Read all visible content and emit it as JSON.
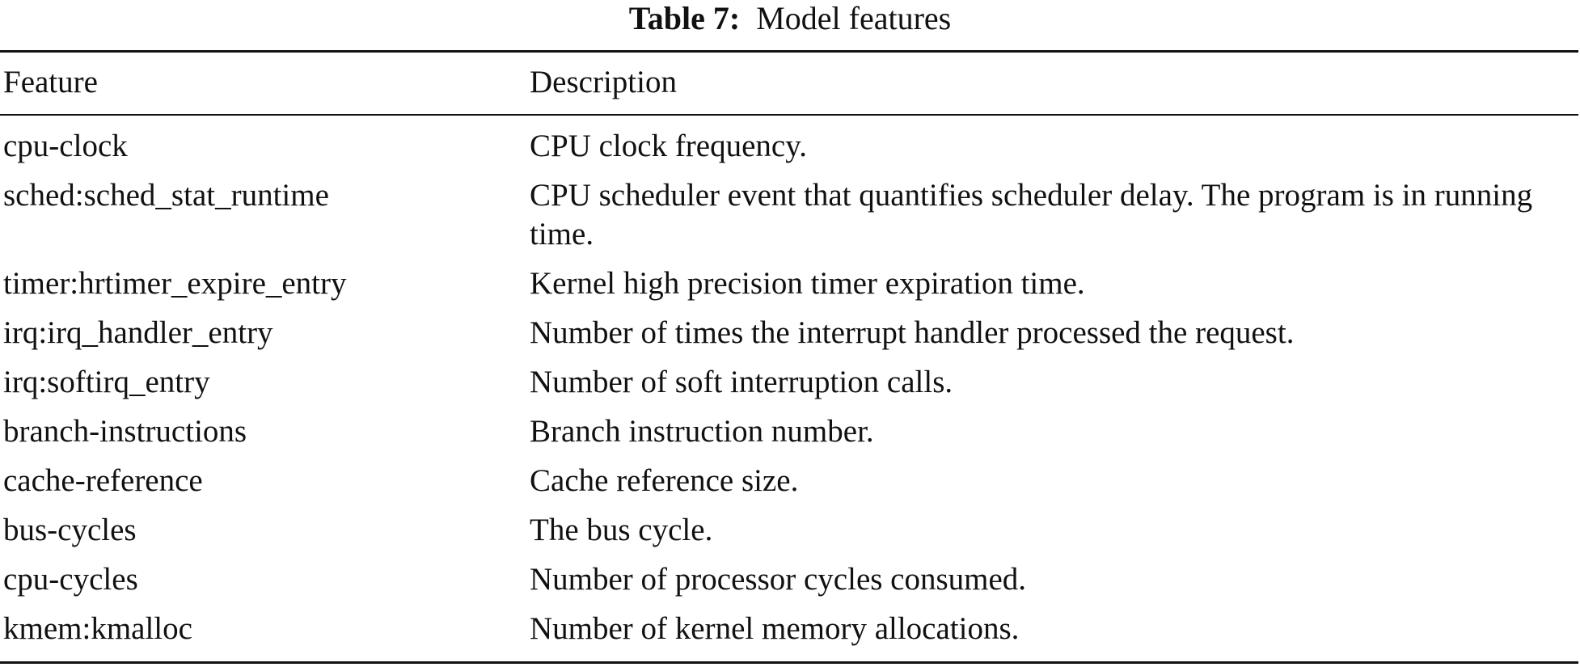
{
  "table": {
    "caption_label": "Table 7:",
    "caption_text": "Model features",
    "headers": {
      "feature": "Feature",
      "description": "Description"
    },
    "rows": [
      {
        "feature": "cpu-clock",
        "description": "CPU clock frequency."
      },
      {
        "feature": "sched:sched_stat_runtime",
        "description": "CPU scheduler event that quantifies scheduler delay. The program is in running time."
      },
      {
        "feature": "timer:hrtimer_expire_entry",
        "description": "Kernel high precision timer expiration time."
      },
      {
        "feature": "irq:irq_handler_entry",
        "description": "Number of times the interrupt handler processed the request."
      },
      {
        "feature": "irq:softirq_entry",
        "description": "Number of soft interruption calls."
      },
      {
        "feature": "branch-instructions",
        "description": "Branch instruction number."
      },
      {
        "feature": "cache-reference",
        "description": "Cache reference size."
      },
      {
        "feature": "bus-cycles",
        "description": "The bus cycle."
      },
      {
        "feature": "cpu-cycles",
        "description": "Number of processor cycles consumed."
      },
      {
        "feature": "kmem:kmalloc",
        "description": "Number of kernel memory allocations."
      }
    ]
  }
}
